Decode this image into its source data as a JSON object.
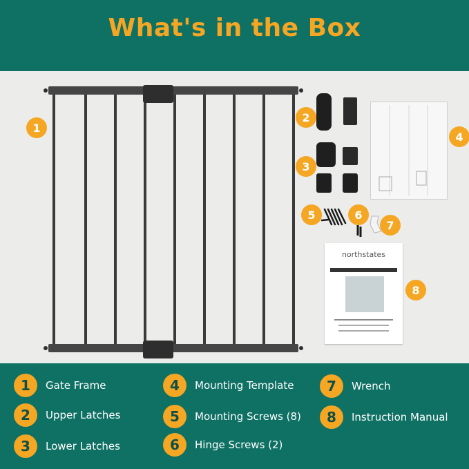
{
  "header": {
    "title": "What's in the Box"
  },
  "callouts": [
    "1",
    "2",
    "3",
    "4",
    "5",
    "6",
    "7",
    "8"
  ],
  "manual": {
    "brand": "northstates"
  },
  "legend": [
    {
      "num": "1",
      "label": "Gate Frame"
    },
    {
      "num": "2",
      "label": "Upper Latches"
    },
    {
      "num": "3",
      "label": "Lower Latches"
    },
    {
      "num": "4",
      "label": "Mounting Template"
    },
    {
      "num": "5",
      "label": "Mounting Screws (8)"
    },
    {
      "num": "6",
      "label": "Hinge Screws (2)"
    },
    {
      "num": "7",
      "label": "Wrench"
    },
    {
      "num": "8",
      "label": "Instruction Manual"
    }
  ],
  "colors": {
    "teal": "#0f7064",
    "accent": "#f5a623",
    "photo_bg": "#ececea",
    "metal": "#3a3a3a"
  }
}
